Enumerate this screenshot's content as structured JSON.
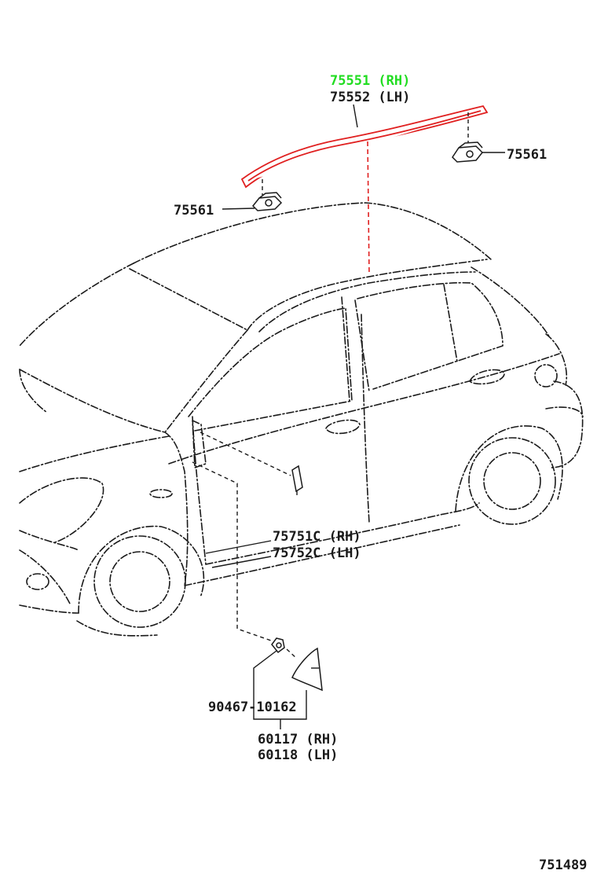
{
  "colors": {
    "highlight_part": "#e02020",
    "highlight_label": "#22dd22",
    "line": "#1a1a1a"
  },
  "labels": {
    "molding_rh": "75551 (RH)",
    "molding_lh": "75552 (LH)",
    "clip_rear": "75561",
    "clip_front": "75561",
    "belt_rh": "75751C (RH)",
    "belt_lh": "75752C (LH)",
    "screw": "90467-10162",
    "cover_rh": "60117 (RH)",
    "cover_lh": "60118 (LH)",
    "diagram_code": "751489"
  }
}
